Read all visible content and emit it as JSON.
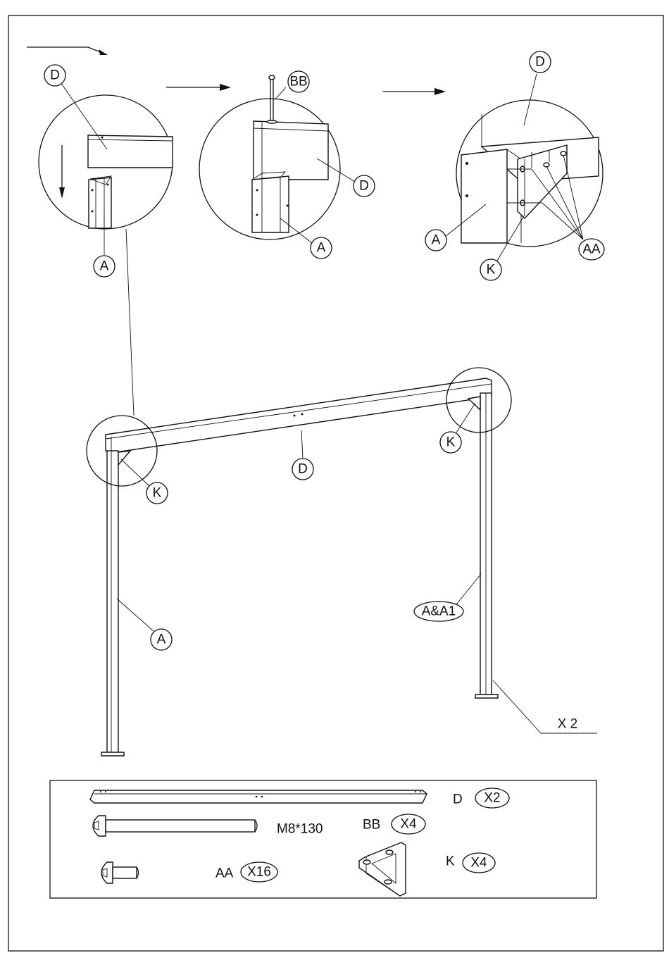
{
  "details": {
    "step1": {
      "top_label": "D",
      "bottom_label": "A"
    },
    "step2": {
      "bolt_label": "BB",
      "top_label": "D",
      "bottom_label": "A"
    },
    "step3": {
      "top_label": "D",
      "left_label": "A",
      "bracket_label": "K",
      "bolts_label": "AA"
    }
  },
  "main": {
    "beam_label": "D",
    "left_bracket_label": "K",
    "right_bracket_label": "K",
    "left_leg_label": "A",
    "right_leg_label": "A&A1",
    "quantity_label": "X 2"
  },
  "parts": {
    "beam": {
      "code": "D",
      "qty": "X2"
    },
    "bolt": {
      "spec": "M8*130",
      "code": "BB",
      "qty": "X4"
    },
    "screw": {
      "code": "AA",
      "qty": "X16"
    },
    "bracket": {
      "code": "K",
      "qty": "X4"
    }
  }
}
